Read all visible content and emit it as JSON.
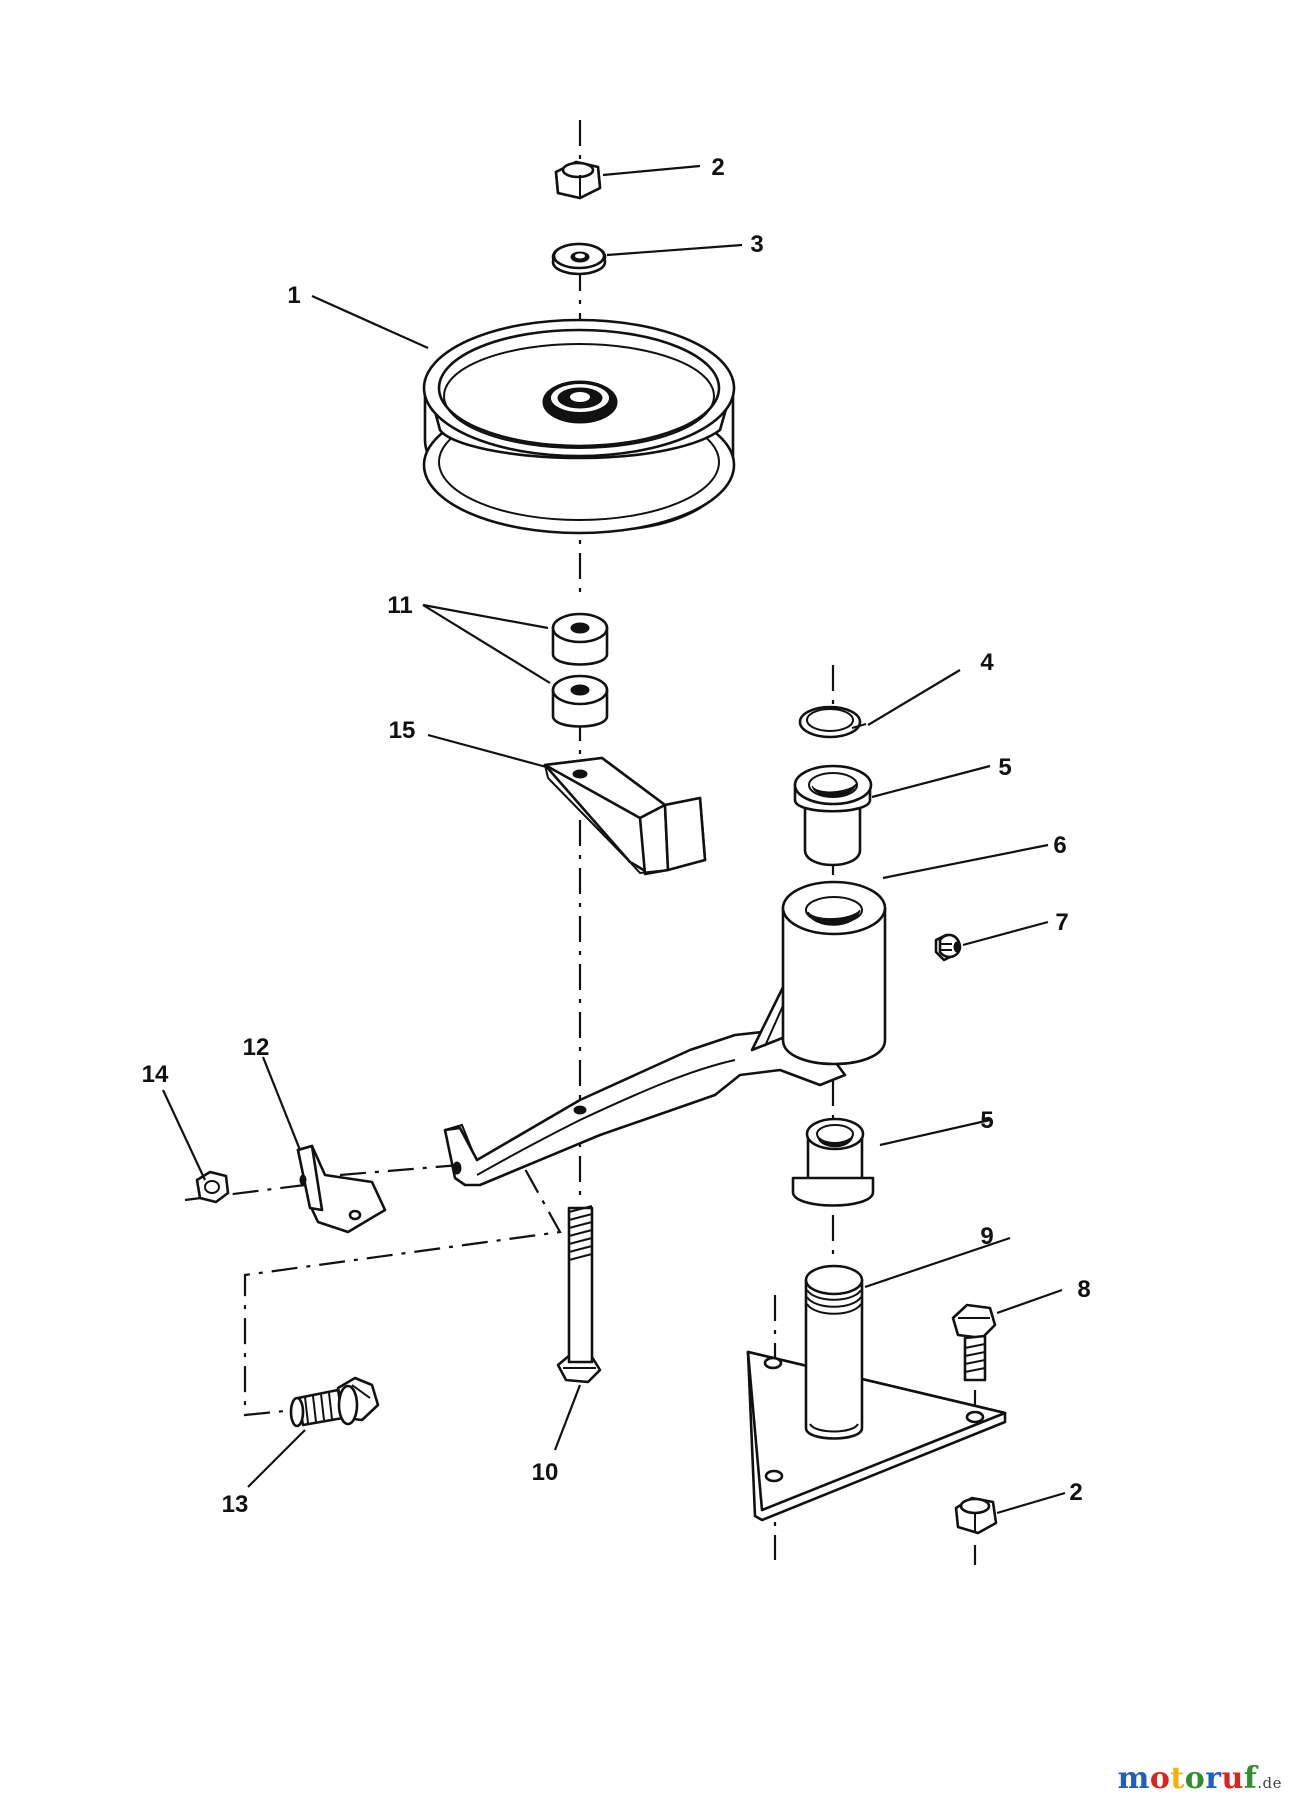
{
  "diagram": {
    "callouts": [
      "1",
      "2",
      "3",
      "4",
      "5",
      "5",
      "6",
      "7",
      "8",
      "9",
      "10",
      "11",
      "12",
      "13",
      "14",
      "15",
      "2"
    ],
    "watermark": {
      "text": "motoruf",
      "tld": ".de",
      "colors": [
        "#1f5fbf",
        "#d8261f",
        "#f2b10c",
        "#2f8f2f",
        "#1f5fbf",
        "#d8261f",
        "#2f8f2f"
      ]
    }
  }
}
